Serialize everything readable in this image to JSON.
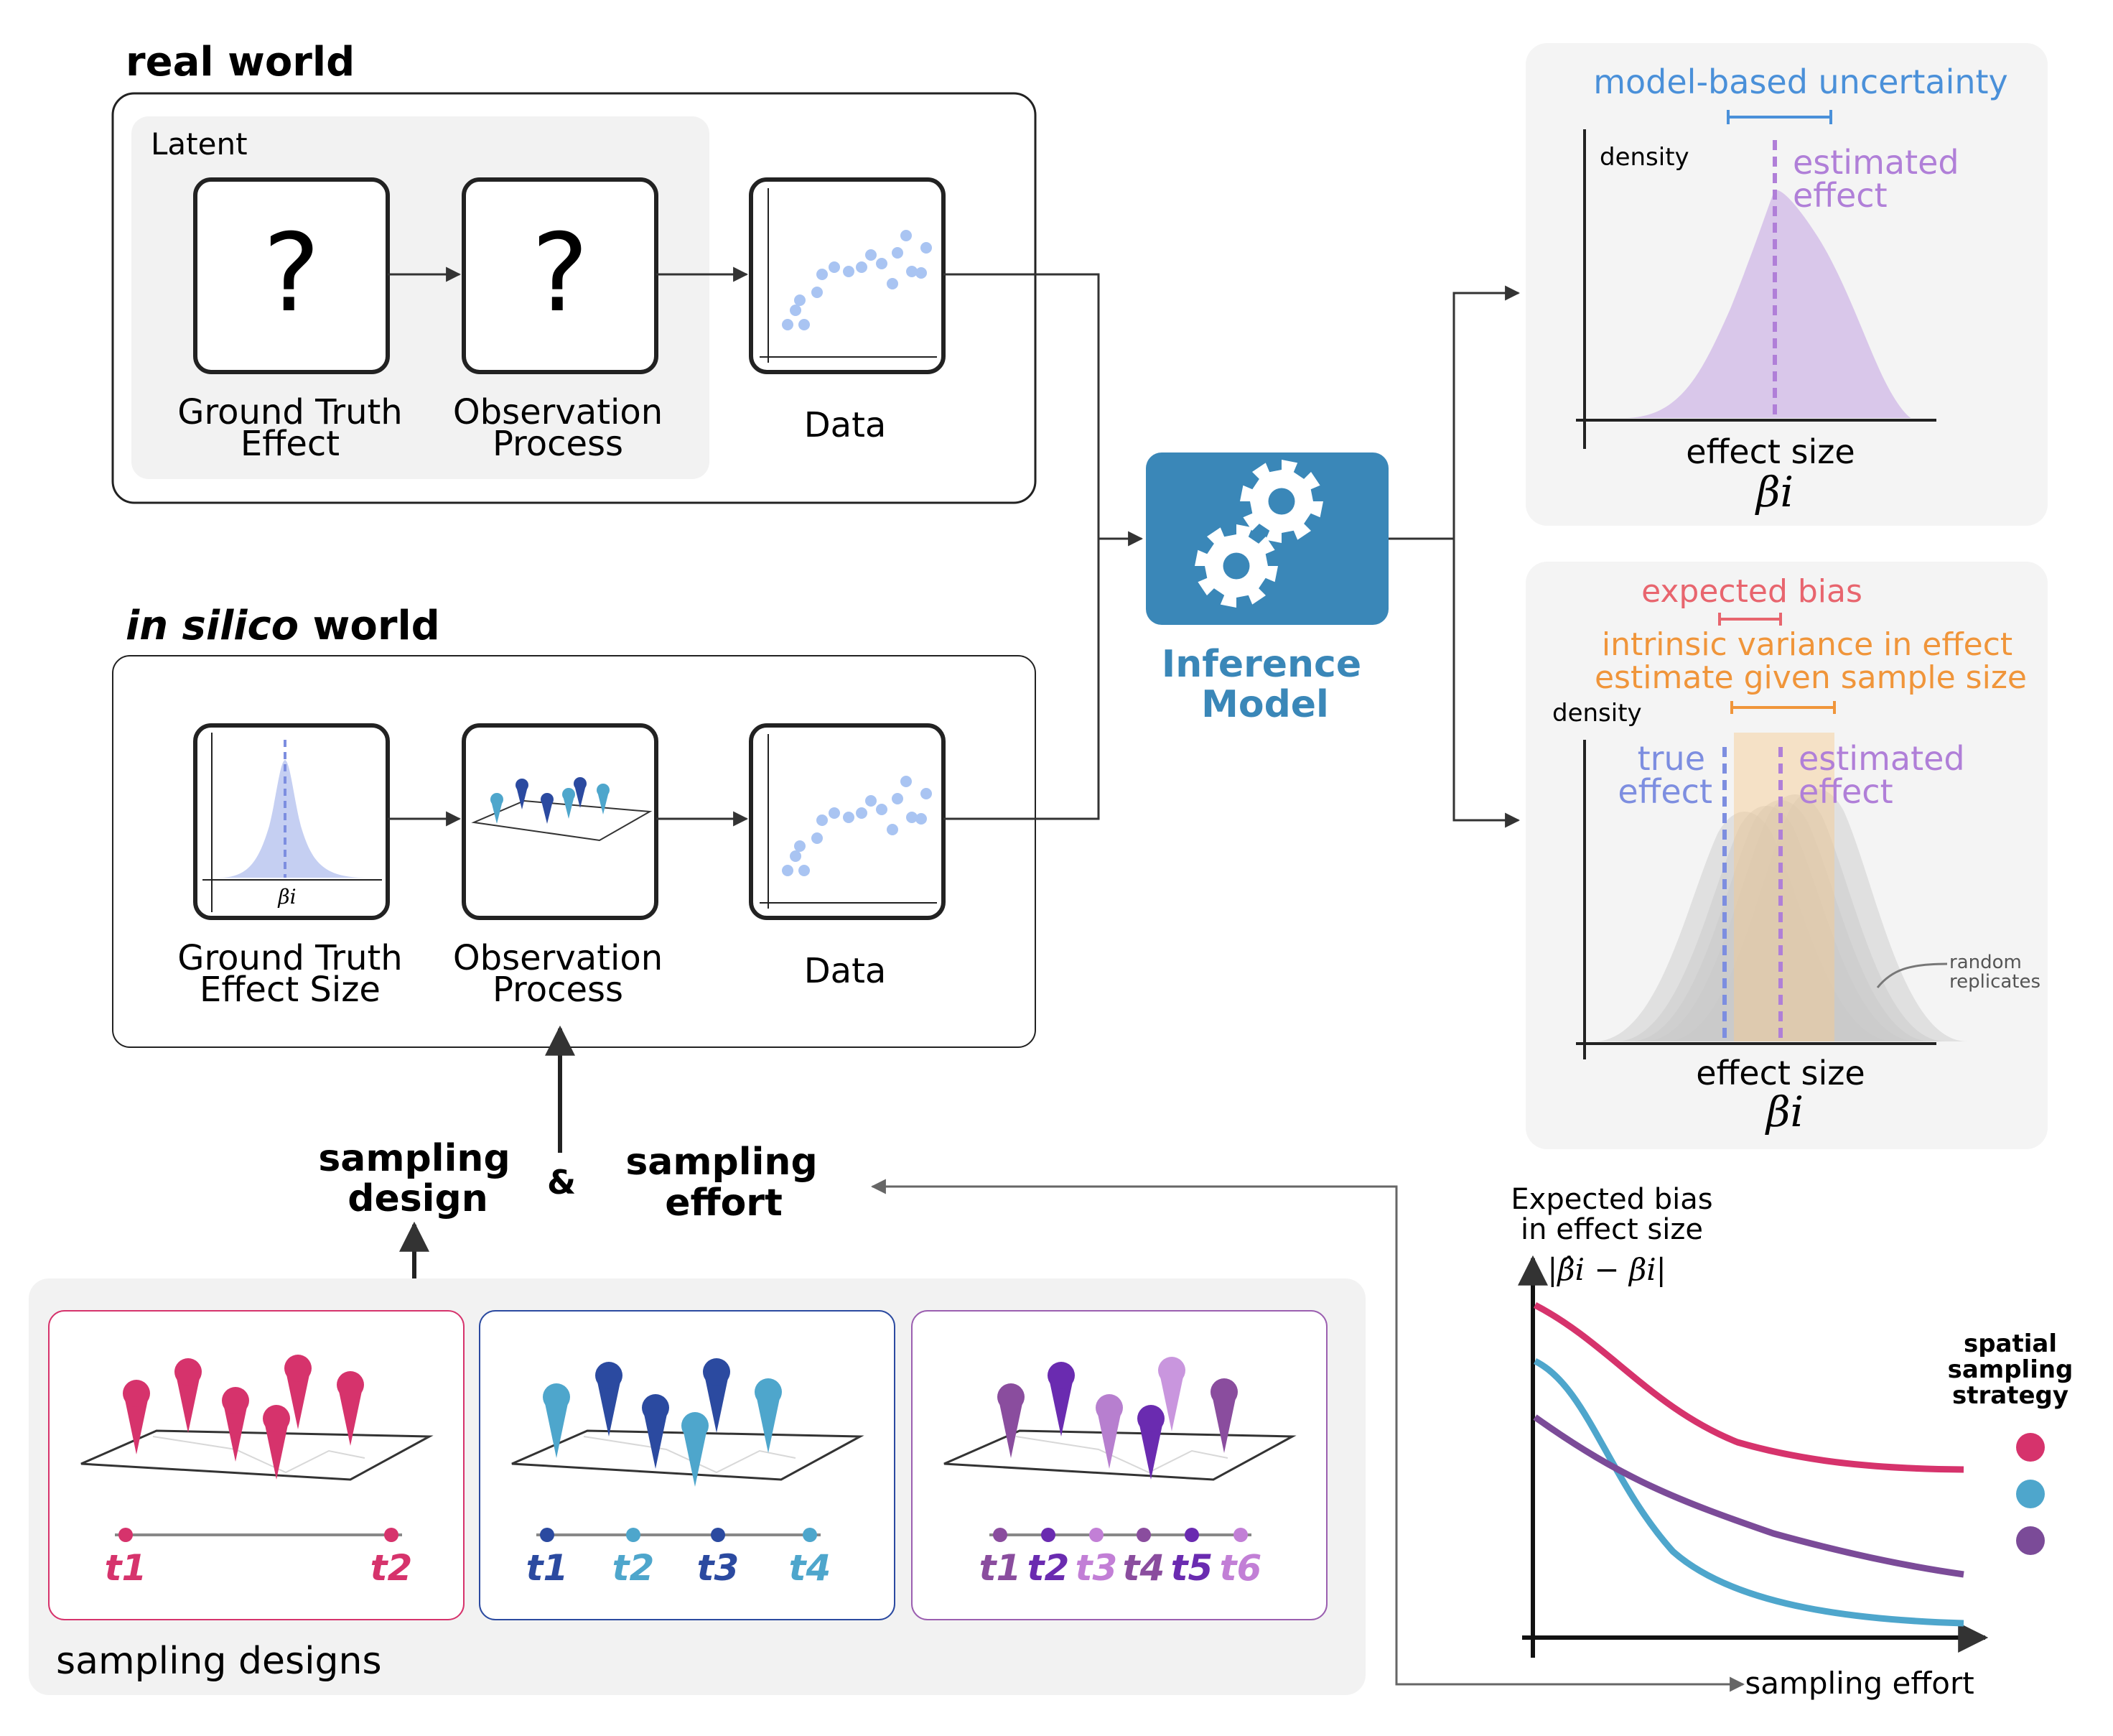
{
  "real_world": {
    "heading": "real world",
    "latent_label": "Latent",
    "box1_symbol": "?",
    "box1_label": [
      "Ground Truth",
      "Effect"
    ],
    "box2_symbol": "?",
    "box2_label": [
      "Observation",
      "Process"
    ],
    "box3_label": "Data"
  },
  "in_silico": {
    "heading_italic": "in silico",
    "heading_rest": " world",
    "box1_label": [
      "Ground Truth",
      "Effect Size"
    ],
    "box1_axis": "βi",
    "box2_label": [
      "Observation",
      "Process"
    ],
    "box3_label": "Data"
  },
  "inference": {
    "label": [
      "Inference",
      "Model"
    ],
    "icon": "gears-icon",
    "color": "#3a87b8"
  },
  "panel_top": {
    "title": "model-based uncertainty",
    "ylabel": "density",
    "estimate_label": [
      "estimated",
      "effect"
    ],
    "xlabel": "effect size",
    "xsymbol": "βi"
  },
  "panel_bottom": {
    "bias_label": "expected bias",
    "variance_label": [
      "intrinsic variance in effect",
      "estimate given sample size"
    ],
    "ylabel": "density",
    "true_label": [
      "true",
      "effect"
    ],
    "estimate_label": [
      "estimated",
      "effect"
    ],
    "replicates_label": [
      "random",
      "replicates"
    ],
    "xlabel": "effect size",
    "xsymbol": "βi"
  },
  "sampling": {
    "design_label": [
      "sampling",
      "design"
    ],
    "and_symbol": "&",
    "effort_label": [
      "sampling",
      "effort"
    ],
    "designs_caption": "sampling designs",
    "designs": [
      {
        "color": "#d6336c",
        "times": [
          "t1",
          "t2"
        ]
      },
      {
        "color": "#2b4aa0",
        "times": [
          "t1",
          "t2",
          "t3",
          "t4"
        ]
      },
      {
        "color": "#7b3e96",
        "times": [
          "t1",
          "t2",
          "t3",
          "t4",
          "t5",
          "t6"
        ]
      }
    ]
  },
  "bias_chart": {
    "ylabel": [
      "Expected bias",
      "in effect size"
    ],
    "yformula": "|β̂i − βi|",
    "xlabel": "sampling effort",
    "legend_title": [
      "spatial",
      "sampling",
      "strategy"
    ],
    "series_colors": [
      "#d6336c",
      "#4ea6cc",
      "#7b4b98"
    ]
  },
  "colors": {
    "pink": "#d6336c",
    "blue": "#4ea6cc",
    "purple": "#7b4b98",
    "model_blue": "#4a90d9",
    "estimate_purple": "#b07fd8",
    "bias_red": "#e8656e",
    "variance_orange": "#f0953a",
    "true_blue": "#7d8ee0"
  }
}
